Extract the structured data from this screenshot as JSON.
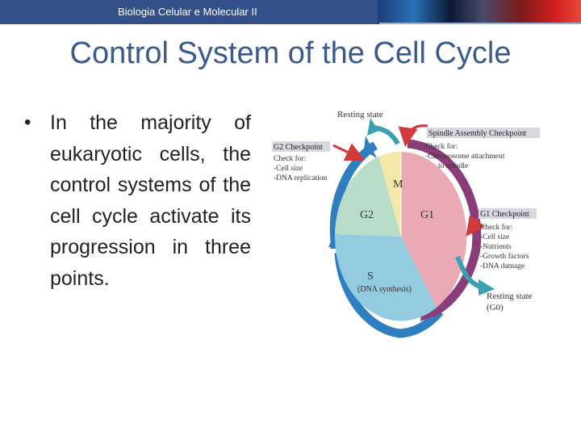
{
  "header": {
    "title": "Biologia Celular e Molecular II"
  },
  "slide": {
    "title": "Control System of the Cell Cycle",
    "bullet": "In the majority of eukaryotic cells, the control systems of the cell cycle activate its progression in three points."
  },
  "diagram": {
    "resting_state_top": "Resting state",
    "spindle_checkpoint": {
      "title": "Spindle Assembly Checkpoint",
      "check_for": "Check for:",
      "item1": "-Chromosome attachment",
      "item2": "to spindle"
    },
    "g2_checkpoint": {
      "title": "G2 Checkpoint",
      "check_for": "Check for:",
      "item1": "-Cell size",
      "item2": "-DNA replication"
    },
    "g1_checkpoint": {
      "title": "G1 Checkpoint",
      "check_for": "Check for:",
      "items": [
        "-Cell size",
        "-Nutrients",
        "-Growth factors",
        "-DNA damage"
      ]
    },
    "phases": {
      "m": "M",
      "g1": "G1",
      "g2": "G2",
      "s": "S",
      "s_sub": "(DNA synthesis)"
    },
    "resting_state_bottom": {
      "line1": "Resting state",
      "line2": "(G0)"
    },
    "colors": {
      "g1": "#e9aab6",
      "g2": "#b8dcc8",
      "s": "#93cbe0",
      "m": "#f3e8a8",
      "arrow_blue": "#2f7fc0",
      "arrow_purple": "#8a3d78",
      "arrow_red": "#d13a3a",
      "checkpoint_box": "#d8d8e0"
    }
  }
}
